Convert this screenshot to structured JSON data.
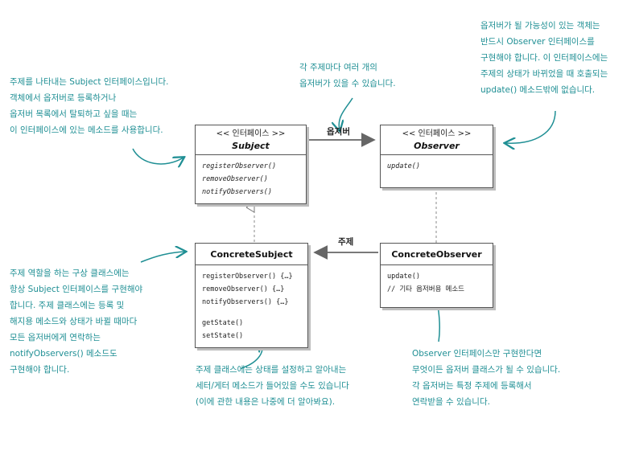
{
  "stereotype": "<< 인터페이스 >>",
  "subject": {
    "name": "Subject",
    "methods": [
      "registerObserver()",
      "removeObserver()",
      "notifyObservers()"
    ]
  },
  "observer": {
    "name": "Observer",
    "methods": [
      "update()"
    ]
  },
  "concrete_subject": {
    "name": "ConcreteSubject",
    "methods": [
      "registerObserver() {…}",
      "removeObserver() {…}",
      "notifyObservers() {…}"
    ],
    "extra_methods": [
      "getState()",
      "setState()"
    ]
  },
  "concrete_observer": {
    "name": "ConcreteObserver",
    "methods": [
      "update()",
      "// 기타 옵저버용 메소드"
    ]
  },
  "edges": {
    "observers_label": "옵저버",
    "subject_label": "주제"
  },
  "notes": {
    "subject_note": [
      "주제를 나타내는 Subject 인터페이스입니다.",
      "객체에서 옵저버로 등록하거나",
      "옵저버 목록에서 탈퇴하고 싶을 때는",
      "이 인터페이스에 있는 메소드를 사용합니다."
    ],
    "many_observers_note": [
      "각 주제마다 여러 개의",
      "옵저버가 있을 수 있습니다."
    ],
    "observer_note": [
      "옵저버가 될 가능성이 있는 객체는",
      "반드시 Observer 인터페이스를",
      "구현해야 합니다. 이 인터페이스에는",
      "주제의 상태가 바뀌었을 때 호출되는",
      "update() 메소드밖에 없습니다."
    ],
    "concrete_subject_note": [
      "주제 역할을 하는 구상 클래스에는",
      "항상 Subject 인터페이스를 구현해야",
      "합니다. 주제 클래스에는 등록 및",
      "해지용 메소드와 상태가 바뀔 때마다",
      "모든 옵저버에게 연락하는",
      "notifyObservers() 메소드도",
      "구현해야 합니다."
    ],
    "state_note": [
      "주제 클래스에는 상태를 설정하고 알아내는",
      "세터/게터 메소드가 들어있을 수도 있습니다",
      "(이에 관한 내용은 나중에 더 알아봐요)."
    ],
    "concrete_observer_note": [
      "Observer 인터페이스만 구현한다면",
      "무엇이든 옵저버 클래스가 될 수 있습니다.",
      "각 옵저버는 특정 주제에 등록해서",
      "연락받을 수 있습니다."
    ]
  },
  "colors": {
    "note_text": "#1f8f94",
    "box_border": "#555555",
    "box_shadow": "#bdbdbd",
    "arrow": "#666666"
  }
}
